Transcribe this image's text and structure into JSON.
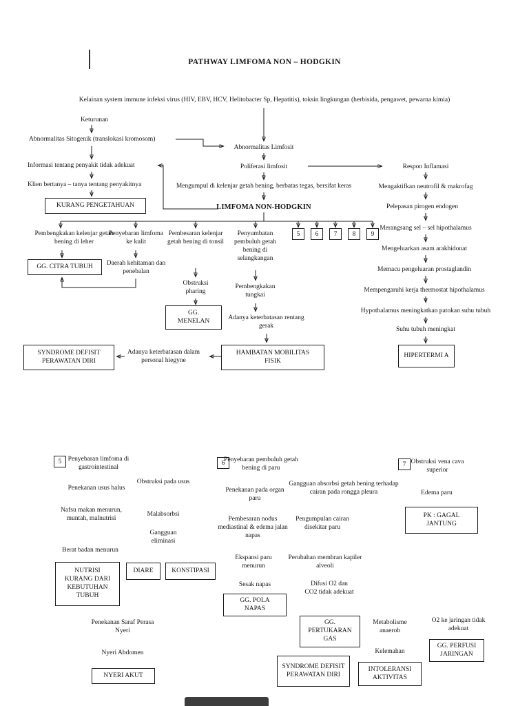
{
  "document": {
    "title": "PATHWAY LIMFOMA NON – HODGKIN",
    "etiology": "Kelainan system immune infeksi virus (HIV, EBV, HCV, Helitobacter Sp, Hepatitis), toksin lingkungan (herbisida, pengawet, pewarna kimia)"
  },
  "hereditary_chain": {
    "keturunan": "Keturunan",
    "sitogenik": "Abnormalitas Sitogenik (translokasi kromosom)",
    "informasi": "Informasi tentang penyakit tidak adekuat",
    "klien": "Klien bertanya – tanya tentang penyakitnya",
    "dx_kurang_pengetahuan": "KURANG PENGETAHUAN"
  },
  "central_chain": {
    "abnormalitas_limfosit": "Abnormalitas Limfosit",
    "poliferasi": "Poliferasi limfosit",
    "mengumpul": "Mengumpul di kelenjar getah bening, berbatas tegas, bersifat keras",
    "limfoma": "LIMFOMA NON-HODGKIN"
  },
  "inflamasi_chain": {
    "respon": "Respon Inflamasi",
    "neutrofil": "Mengaktifkan neutrofil & makrofag",
    "pirogen": "Pelepasan pirogen endogen",
    "merangsang": "Merangsang  sel – sel hipothalamus",
    "arakhidonat": "Mengeluarkan asam arakhidonat",
    "prostaglandin": "Memacu pengeluaran prostaglandin",
    "thermostat": "Mempengaruhi kerja thermostat hipothalamus",
    "patokan": "Hypothalamus meningkatkan patokan suhu tubuh",
    "suhu": "Suhu tubuh meningkat",
    "dx_hipertermi": "HIPERTERMI A"
  },
  "branches": {
    "leher": "Pembengkakan kelenjar getah bening di leher",
    "dx_citra_tubuh": "GG. CITRA  TUBUH",
    "kulit": "Penyebaran limfoma ke kulit",
    "kehitaman": "Daerah kehitaman dan penebalan",
    "tonsil": "Pembesaran kelenjar getah bening di tonsil",
    "obstruksi_pharing": "Obstruksi pharing",
    "dx_menelan": "GG. MENELAN",
    "selangkangan": "Penyumbatan pembuluh getah bening di selangkangan",
    "tungkai": "Pembengkakan tungkai",
    "rentang_gerak": "Adanya keterbatasan rentang gerak",
    "dx_mobilitas": "HAMBATAN MOBILITAS FISIK",
    "hiegyne": "Adanya keterbatasan dalam personal hiegyne",
    "dx_defisit_perawatan": "SYNDROME DEFISIT PERAWATAN DIRI",
    "refs": [
      "5",
      "6",
      "7",
      "8",
      "9"
    ]
  },
  "section_gastro": {
    "ref": "5",
    "header": "Penyebaran limfoma di gastrointestinal",
    "penekanan_usus": "Penekanan usus halus",
    "nafsu_makan": "Nafsu makan menurun, muntah, malnutrisi",
    "berat_badan": "Berat badan menurun",
    "dx_nutrisi": "NUTRISI KURANG DARI KEBUTUHAN TUBUH",
    "obstruksi_usus": "Obstruksi pada usus",
    "malabsorbsi": "Malabsorbsi",
    "gangguan_eliminasi": "Gangguan eliminasi",
    "dx_diare": "DIARE",
    "dx_konstipasi": "KONSTIPASI",
    "penekanan_saraf": "Penekanan Saraf Perasa Nyeri",
    "nyeri_abdomen": "Nyeri Abdomen",
    "dx_nyeri_akut": "NYERI AKUT"
  },
  "section_paru": {
    "ref": "6",
    "header": "Penyebaran pembuluh getah bening di paru",
    "penekanan_organ": "Penekanan pada organ paru",
    "pembesaran_nodus": "Pembesaran nodus mediastinal & edema jalan napas",
    "ekspansi": "Ekspansi paru menurun",
    "sesak_napas": "Sesak napas",
    "dx_pola_napas": "GG. POLA NAPAS",
    "gangguan_absorbsi": "Gangguan absorbsi getah bening terhadap cairan pada rongga pleura",
    "pengumpulan_cairan": "Pengumpulan cairan disekitar paru",
    "perubahan_membran": "Perubahan membran kapiler alveoli",
    "difusi": "Difusi O2 dan CO2 tidak adekuat",
    "dx_pertukaran_gas": "GG. PERTUKARAN GAS",
    "dx_defisit_perawatan": "SYNDROME DEFISIT PERAWATAN DIRI",
    "metabolisme": "Metabolisme anaerob",
    "kelemahan": "Kelemahan",
    "dx_intoleransi": "INTOLERANSI AKTIVITAS"
  },
  "section_vena": {
    "ref": "7",
    "header": "Obstruksi vena cava superior",
    "edema_paru": "Edema paru",
    "dx_gagal_jantung": "PK : GAGAL JANTUNG",
    "o2_jaringan": "O2 ke jaringan tidak adekuat",
    "dx_perfusi": "GG. PERFUSI JARINGAN"
  }
}
